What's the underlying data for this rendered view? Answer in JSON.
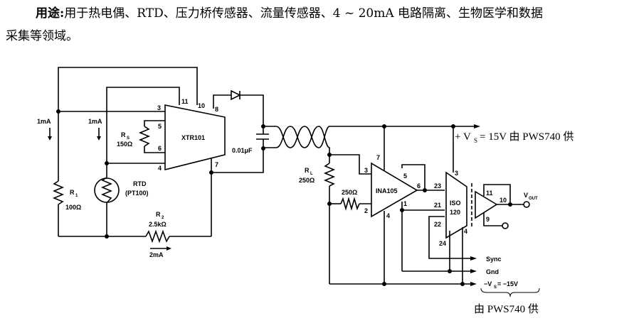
{
  "caption": {
    "label": "用途",
    "sep": ":",
    "line1_text": "用于热电偶、RTD、压力桥传感器、流量传感器、4 ~ 20mA 电路隔离、生物医学和数据",
    "line2_text": "采集等领域。"
  },
  "components": {
    "xtr": {
      "name": "XTR101",
      "pins": {
        "p3": "3",
        "p11": "11",
        "p10": "10",
        "p8": "8",
        "p5": "5",
        "p6": "6",
        "p4": "4",
        "p7": "7"
      }
    },
    "rs": {
      "label": "R",
      "sub": "S",
      "value": "150Ω"
    },
    "r1": {
      "label": "R",
      "sub": "1",
      "value": "100Ω"
    },
    "r2": {
      "label": "R",
      "sub": "2",
      "value": "2.5kΩ"
    },
    "rtd": {
      "label": "RTD",
      "type": "(PT100)"
    },
    "cap": {
      "value": "0.01μF"
    },
    "rl": {
      "label": "R",
      "sub": "L",
      "value": "250Ω"
    },
    "r250": {
      "value": "250Ω"
    },
    "ina": {
      "name": "INA105",
      "pins": {
        "p7": "7",
        "p3": "3",
        "p2": "2",
        "p5": "5",
        "p6": "6",
        "p1": "1",
        "p4": "4"
      }
    },
    "iso": {
      "name1": "ISO",
      "name2": "120",
      "pins": {
        "p3": "3",
        "p23": "23",
        "p21": "21",
        "p22": "22",
        "p24": "24",
        "p4": "4",
        "p11": "11",
        "p10": "10",
        "p9": "9"
      }
    }
  },
  "currents": {
    "left": "1mA",
    "inner": "1mA",
    "bottom": "2mA"
  },
  "supply": {
    "vs_plus": "+ V",
    "vs_sub": "S",
    "vs_value": " = 15V 由 PWS740 供",
    "vout": "V",
    "vout_sub": "OUT",
    "sync": "Sync",
    "gnd": "Gnd",
    "vs_minus": "−V",
    "vs_minus_sub": "S",
    "vs_minus_value": " = −15V",
    "footnote": "由 PWS740 供"
  }
}
